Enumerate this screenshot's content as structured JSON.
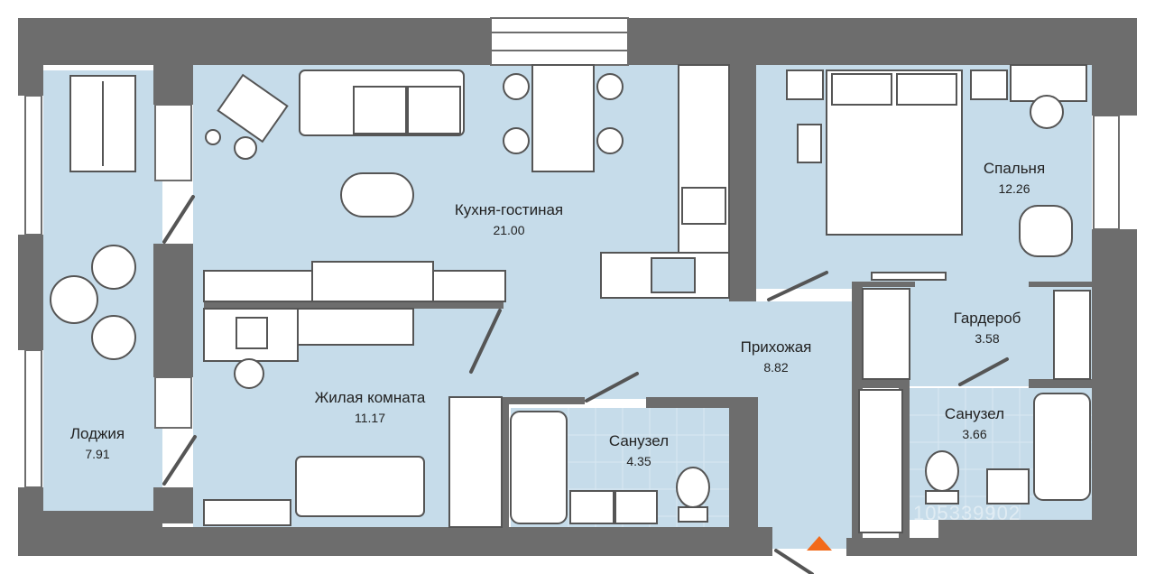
{
  "rooms": [
    {
      "name": "Кухня-гостиная",
      "area": "21.00"
    },
    {
      "name": "Спальня",
      "area": "12.26"
    },
    {
      "name": "Гардероб",
      "area": "3.58"
    },
    {
      "name": "Прихожая",
      "area": "8.82"
    },
    {
      "name": "Жилая комната",
      "area": "11.17"
    },
    {
      "name": "Санузел",
      "area": "4.35"
    },
    {
      "name": "Санузел",
      "area": "3.66"
    },
    {
      "name": "Лоджия",
      "area": "7.91"
    }
  ],
  "watermark": "105339902",
  "colors": {
    "floor": "#c6dcea",
    "wall": "#6d6d6d",
    "furniture_line": "#555555",
    "entrance_marker": "#f26a1b"
  },
  "entrance_marker_icon": "entrance-arrow-icon"
}
